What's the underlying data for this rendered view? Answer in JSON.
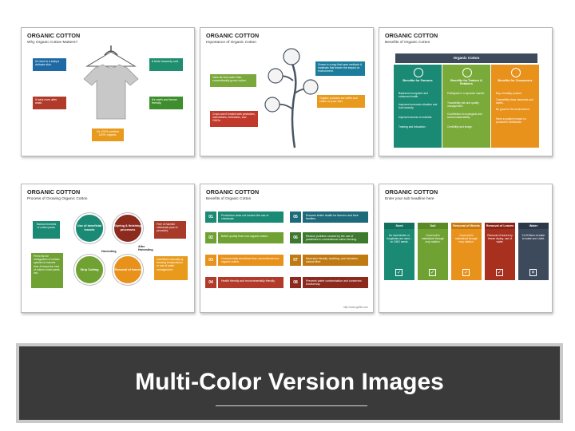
{
  "slides": {
    "s1": {
      "title": "ORGANIC COTTON",
      "subtitle": "Why Organic Cotton Matters?",
      "boxes": [
        "It's kind to a baby's delicate skin.",
        "It feels heavenly soft.",
        "It lasts even after wash.",
        "It's earth and farmer friendly.",
        "It's 100% certified 100% organic."
      ]
    },
    "s2": {
      "title": "ORGANIC COTTON",
      "subtitle": "Importance of Organic Cotton",
      "boxes": [
        "Grown in a way that uses methods & materials that lessen the impact on environment.",
        "Uses far less water than conventionally grown cotton.",
        "Organic products are softer and easier on your skin.",
        "Crops aren't treated with pesticides, insecticides, herbicides, and GMOs."
      ]
    },
    "s3": {
      "title": "ORGANIC COTTON",
      "subtitle": "Benefits of Organic Cotton",
      "header": "Organic Cotton",
      "columns": [
        {
          "head": "Benefits for Farmers",
          "items": [
            "Balanced ecosystem and enhanced health.",
            "Improved economic situation and food security.",
            "Improved access to markets.",
            "Training and education."
          ]
        },
        {
          "head": "Benefits for Traders & Retailers",
          "items": [
            "Participate in a dynamic market.",
            "Traceability risk and quality management.",
            "Contribution to ecological and social sustainability.",
            "Credibility and image."
          ]
        },
        {
          "head": "Benefits for Consumers",
          "items": [
            "Buy a healthy product.",
            "Traceability class standards and labels.",
            "Be good for the environment.",
            "Have a positive impact on producers' livelihoods."
          ]
        }
      ]
    },
    "s4": {
      "title": "ORGANIC COTTON",
      "subtitle": "Process of Growing Organic Cotton",
      "circles": [
        "Use of beneficial insects",
        "Dyeing & finishing processes",
        "Strip Cutting",
        "Removal of leaves"
      ],
      "labels": [
        "Harvesting",
        "After Harvesting"
      ],
      "boxes": [
        "Natural enemies of cotton pests.",
        "Free of harmful chemicals (use of peroxide).",
        "Prevents the immigration of certain species to harvest time & keeps the rest of cotton's main pests low.",
        "Defoliated naturally by freezing temperatures or use of water management."
      ]
    },
    "s5": {
      "title": "ORGANIC COTTON",
      "subtitle": "Benefits of Organic Cotton",
      "items": [
        {
          "num": "01",
          "text": "Production does not involve the use of chemicals."
        },
        {
          "num": "02",
          "text": "Better quality than non-organic cotton."
        },
        {
          "num": "03",
          "text": "Commercially beneficial than conventional non-organic cotton."
        },
        {
          "num": "04",
          "text": "Health friendly and environmentally friendly."
        },
        {
          "num": "05",
          "text": "Ensures better health for farmers and their families."
        },
        {
          "num": "06",
          "text": "Reduce pollution caused by the use of pesticides in conventional cotton farming."
        },
        {
          "num": "07",
          "text": "Most skin friendly, soothing, and harmless natural fiber."
        },
        {
          "num": "08",
          "text": "Prevents water contamination and conserves biodiversity."
        }
      ],
      "footer": "http://www.pptfile.com"
    },
    "s6": {
      "title": "ORGANIC COTTON",
      "subtitle": "Enter your sub headline here",
      "columns": [
        {
          "head": "Seed",
          "body": "No insecticides or fungicides are used – on GMO seeds.",
          "mark": "✓"
        },
        {
          "head": "Soil",
          "body": "Good soil is maintained through crop rotation.",
          "mark": "✓"
        },
        {
          "head": "Removal of Weeds",
          "body": "Good soil is maintained through crop rotation.",
          "mark": "✓"
        },
        {
          "head": "Removal of Leaves",
          "body": "Removal of leaves by freeze drying, use of water.",
          "mark": "✓"
        },
        {
          "head": "Water",
          "body": "21,00 liters of water to make one t-shirt.",
          "mark": "✕"
        }
      ]
    }
  },
  "banner": {
    "title": "Multi-Color Version Images"
  }
}
